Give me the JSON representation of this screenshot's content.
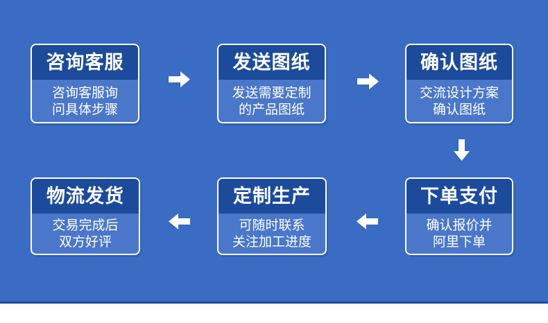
{
  "diagram": {
    "type": "flowchart",
    "description_labels": {
      "flow_topic": "custom-order-process"
    }
  },
  "colors": {
    "background": "#3a6cc3",
    "box_header_bg": "#1d4b9b",
    "box_body_bg": "#4a77c9",
    "box_border": "#ffffff",
    "arrow": "#ffffff",
    "bottom_line": "#1c4aa0",
    "bottom_strip": "#ffffff",
    "text": "#ffffff"
  },
  "flow": {
    "steps": [
      {
        "id": 1,
        "title": "咨询客服",
        "desc": [
          "咨询客服询",
          "问具体步骤"
        ]
      },
      {
        "id": 2,
        "title": "发送图纸",
        "desc": [
          "发送需要定制",
          "的产品图纸"
        ]
      },
      {
        "id": 3,
        "title": "确认图纸",
        "desc": [
          "交流设计方案",
          "确认图纸"
        ]
      },
      {
        "id": 4,
        "title": "下单支付",
        "desc": [
          "确认报价并",
          "阿里下单"
        ]
      },
      {
        "id": 5,
        "title": "定制生产",
        "desc": [
          "可随时联系",
          "关注加工进度"
        ]
      },
      {
        "id": 6,
        "title": "物流发货",
        "desc": [
          "交易完成后",
          "双方好评"
        ]
      }
    ],
    "arrows": [
      {
        "from": 1,
        "to": 2,
        "direction": "right"
      },
      {
        "from": 2,
        "to": 3,
        "direction": "right"
      },
      {
        "from": 3,
        "to": 4,
        "direction": "down"
      },
      {
        "from": 4,
        "to": 5,
        "direction": "left"
      },
      {
        "from": 5,
        "to": 6,
        "direction": "left"
      }
    ]
  }
}
